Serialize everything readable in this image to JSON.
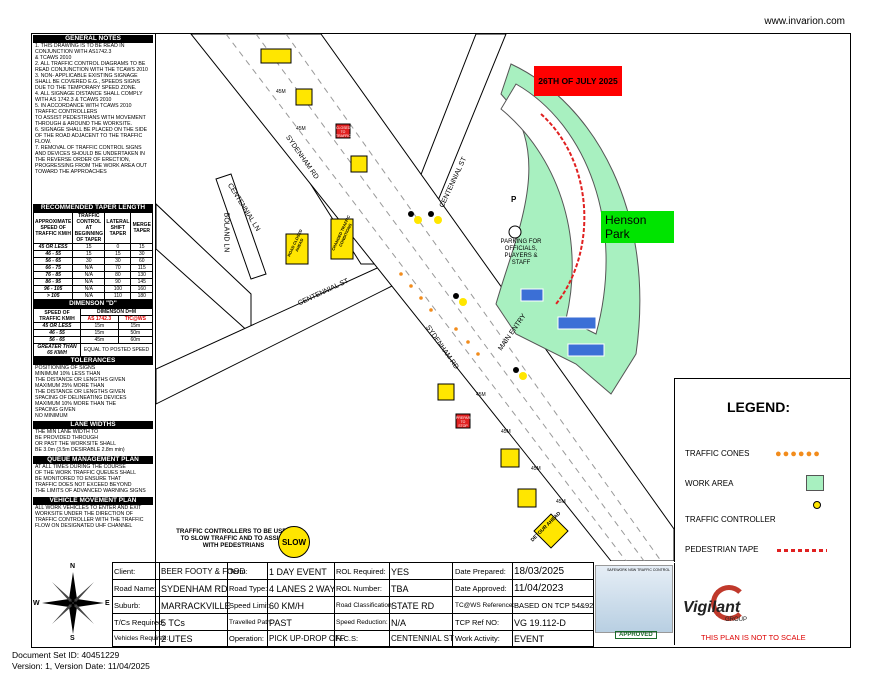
{
  "header": {
    "website": "www.invarion.com"
  },
  "date_banner": "26TH OF JULY 2025",
  "park_label": "Henson Park",
  "notes": {
    "general_title": "GENERAL NOTES",
    "general_text": "1. THIS DRAWING IS TO BE READ IN CONJUNCTION WITH AS1742.3\n& TCAWS 2010\n2. ALL TRAFFIC CONTROL DIAGRAMS TO BE READ CONJUNCTION WITH THE TCAWS 2010\n3. NON- APPLICABLE EXISTING SIGNAGE SHALL BE COVERED E.G., SPEEDS SIGNS DUE TO THE TEMPORARY SPEED ZONE.\n4. ALL SIGNAGE DISTANCE SHALL COMPLY WITH AS 1742.3 & TCAWS 2010\n5. IN ACCORDANCE WITH TCAWS 2010 TRAFFIC CONTROLLERS\nTO ASSIST PEDESTRIANS WITH MOVEMENT THROUGH & AROUND THE WORKSITE.\n6. SIGNAGE SHALL BE PLACED ON THE SIDE OF THE ROAD ADJACENT TO THE TRAFFIC FLOW.\n7. REMOVAL OF TRAFFIC CONTROL SIGNS AND DEVICES SHOULD BE UNDERTAKEN IN THE REVERSE ORDER OF ERECTION, PROGRESSING FROM THE WORK AREA OUT TOWARD THE APPROACHES",
    "taper_title": "RECOMMENDED TAPER LENGTH",
    "taper_headers": [
      "APPROXIMATE SPEED OF TRAFFIC KM/H",
      "TRAFFIC CONTROL AT BEGINNING OF TAPER",
      "LATERAL SHIFT TAPER",
      "MERGE TAPER"
    ],
    "taper_rows": [
      [
        "45 OR LESS",
        "15",
        "0",
        "15"
      ],
      [
        "46 - 55",
        "15",
        "15",
        "30"
      ],
      [
        "56 - 65",
        "30",
        "30",
        "60"
      ],
      [
        "66 - 75",
        "N/A",
        "70",
        "115"
      ],
      [
        "76 - 85",
        "N/A",
        "80",
        "130"
      ],
      [
        "86 - 95",
        "N/A",
        "90",
        "145"
      ],
      [
        "96 - 105",
        "N/A",
        "100",
        "160"
      ],
      [
        "> 105",
        "N/A",
        "110",
        "180"
      ]
    ],
    "dim_title": "DIMENSON \"D\"",
    "dim_headers": [
      "SPEED OF TRAFFIC KM/H",
      "DIMENSON D=M",
      "AS 1742.3",
      "TfC@WS"
    ],
    "dim_rows": [
      [
        "45 OR LESS",
        "15m",
        "15m"
      ],
      [
        "46 - 55",
        "15m",
        "50m"
      ],
      [
        "56 - 65",
        "45m",
        "60m"
      ]
    ],
    "dim_last": [
      "GREATER THAN 65 KM/H",
      "EQUAL TO POSTED SPEED"
    ],
    "tol_title": "TOLERANCES",
    "tol_text": "POSITIONING OF SIGNS\nMINIMUM 10% LESS THAN\nTHE DISTANCE OR LENGTHS GIVEN\nMAXIMUM 25% MORE THAN\nTHE DISTANCE OR LENGTHS GIVEN\nSPACING OF DELINEATING DEVICES\nMAXIMUM 10% MORE THAN THE\nSPACING GIVEN\nNO MINIMUM",
    "lane_title": "LANE WIDTHS",
    "lane_text": "THE MIN LANE WIDTH TO\nBE PROVIDED THROUGH\nOR PAST THE WORKSITE SHALL\nBE 3.0m (3.5m DESIRABLE 2.8m min)",
    "queue_title": "QUEUE MANAGEMENT PLAN",
    "queue_text": "AT ALL TIMES DURING THE COURSE\nOF THE WORK TRAFFIC QUEUES SHALL\nBE MONITORED TO ENSURE THAT\nTRAFFIC DOES NOT EXCEED BEYOND\nTHE LIMITS OF ADVANCED WARNING SIGNS",
    "vehicle_title": "VEHICLE MOVEMENT PLAN",
    "vehicle_text": "ALL WORK VEHICLES TO ENTER AND EXIT\nWORKSITE UNDER THE DIRECTION OF\nTRAFFIC CONTROLLER WITH THE TRAFFIC\nFLOW ON DESIGNATED UHF CHANNEL"
  },
  "map": {
    "streets": [
      "SYDENHAM RD",
      "SYDENHAM RD",
      "CENTENNIAL ST",
      "CENTENNIAL ST",
      "CENTENNIAL LN",
      "BOLAND LN",
      "MAIN ENTRY"
    ],
    "parking": "PARKING FOR OFFICIALS, PLAYERS & STAFF",
    "parking_icon": "P",
    "signs": [
      "DETOUR AHEAD",
      "PREPARE TO STOP",
      "ROAD CLOSED AHEAD",
      "CHANGED TRAFFIC CONDITIONS",
      "CLOSED TO TRAFFIC"
    ],
    "distances": [
      "45M",
      "45M",
      "45M",
      "45M",
      "45M",
      "45M"
    ],
    "controller_note": "TRAFFIC CONTROLLERS TO BE USED TO SLOW TRAFFIC AND TO ASSIST WITH PEDESTRIANS",
    "slow": "SLOW"
  },
  "legend": {
    "title": "LEGEND:",
    "items": [
      {
        "label": "TRAFFIC CONES",
        "color": "#f28c1c"
      },
      {
        "label": "WORK AREA",
        "color": "#a8f0c0"
      },
      {
        "label": "TRAFFIC CONTROLLER",
        "color": "#000000"
      },
      {
        "label": "PEDESTRIAN TAPE",
        "color": "#e02020"
      }
    ]
  },
  "info": {
    "client_label": "Client:",
    "client": "BEER FOOTY & FOOD",
    "road_name_label": "Road Name:",
    "road_name": "SYDENHAM RD",
    "suburb_label": "Suburb:",
    "suburb": "MARRACKVILLE",
    "tcs_label": "T/Cs Required:",
    "tcs": "5 TCs",
    "vehicles_label": "Vehicles Required:",
    "vehicles": "2 UTES",
    "term_label": "Term:",
    "term": "1 DAY EVENT",
    "road_type_label": "Road Type:",
    "road_type": "4 LANES 2 WAY",
    "speed_label": "Speed Limit:",
    "speed": "60 KM/H",
    "travelled_label": "Travelled Path:",
    "travelled": "PAST",
    "operation_label": "Operation:",
    "operation": "PICK UP-DROP OFF",
    "rol_req_label": "ROL Required:",
    "rol_req": "YES",
    "rol_num_label": "ROL Number:",
    "rol_num": "TBA",
    "road_class_label": "Road Classification:",
    "road_class": "STATE RD",
    "speed_red_label": "Speed Reduction:",
    "speed_red": "N/A",
    "ncs_label": "N.C.S:",
    "ncs": "CENTENNIAL ST",
    "prepared_label": "Date Prepared:",
    "prepared": "18/03/2025",
    "approved_label": "Date Approved:",
    "approved": "11/04/2023",
    "tcws_label": "TC@WS Reference:",
    "tcws": "BASED ON TCP 54&92",
    "tcp_label": "TCP Ref NO:",
    "tcp": "VG 19.112-D",
    "activity_label": "Work Activity:",
    "activity": "EVENT"
  },
  "compass": {
    "n": "N",
    "s": "S",
    "e": "E",
    "w": "W"
  },
  "approval": {
    "stamp": "APPROVED",
    "card_title": "SAFEWORK NSW TRAFFIC CONTROL"
  },
  "company": {
    "name": "Vigilant",
    "sub": "GROUP",
    "scale_note": "THIS PLAN IS NOT TO SCALE"
  },
  "footer": {
    "doc_set": "Document Set ID: 40451229",
    "version": "Version: 1, Version Date: 11/04/2025"
  }
}
